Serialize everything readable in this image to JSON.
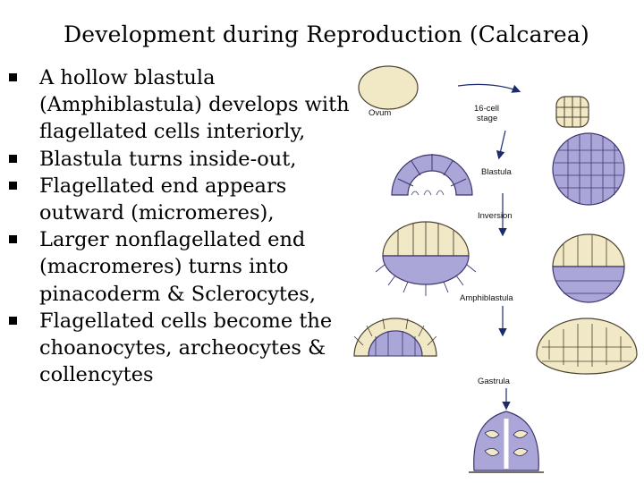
{
  "slide": {
    "title": "Development during Reproduction (Calcarea)",
    "bullets": [
      {
        "text": "A hollow blastula (Amphiblastula) develops with flagellated cells interiorly,"
      },
      {
        "text": "Blastula turns inside-out,"
      },
      {
        "text": "Flagellated end appears outward (micromeres),"
      },
      {
        "text": "Larger nonflagellated end (macromeres) turns into pinacoderm & Sclerocytes,"
      },
      {
        "text": "Flagellated cells become the choanocytes, archeocytes & collencytes"
      }
    ]
  },
  "figure": {
    "labels": {
      "ovum": "Ovum",
      "sixteen_cell_1": "16-cell",
      "sixteen_cell_2": "stage",
      "blastula": "Blastula",
      "inversion": "Inversion",
      "amphiblastula": "Amphiblastula",
      "gastrula": "Gastrula"
    },
    "colors": {
      "cell_fill": "#f1e8c6",
      "cell_stroke": "#4a4230",
      "flagellated_fill": "#aaa6d8",
      "flagellated_stroke": "#3b356f",
      "arrow": "#1c2b6e"
    }
  }
}
